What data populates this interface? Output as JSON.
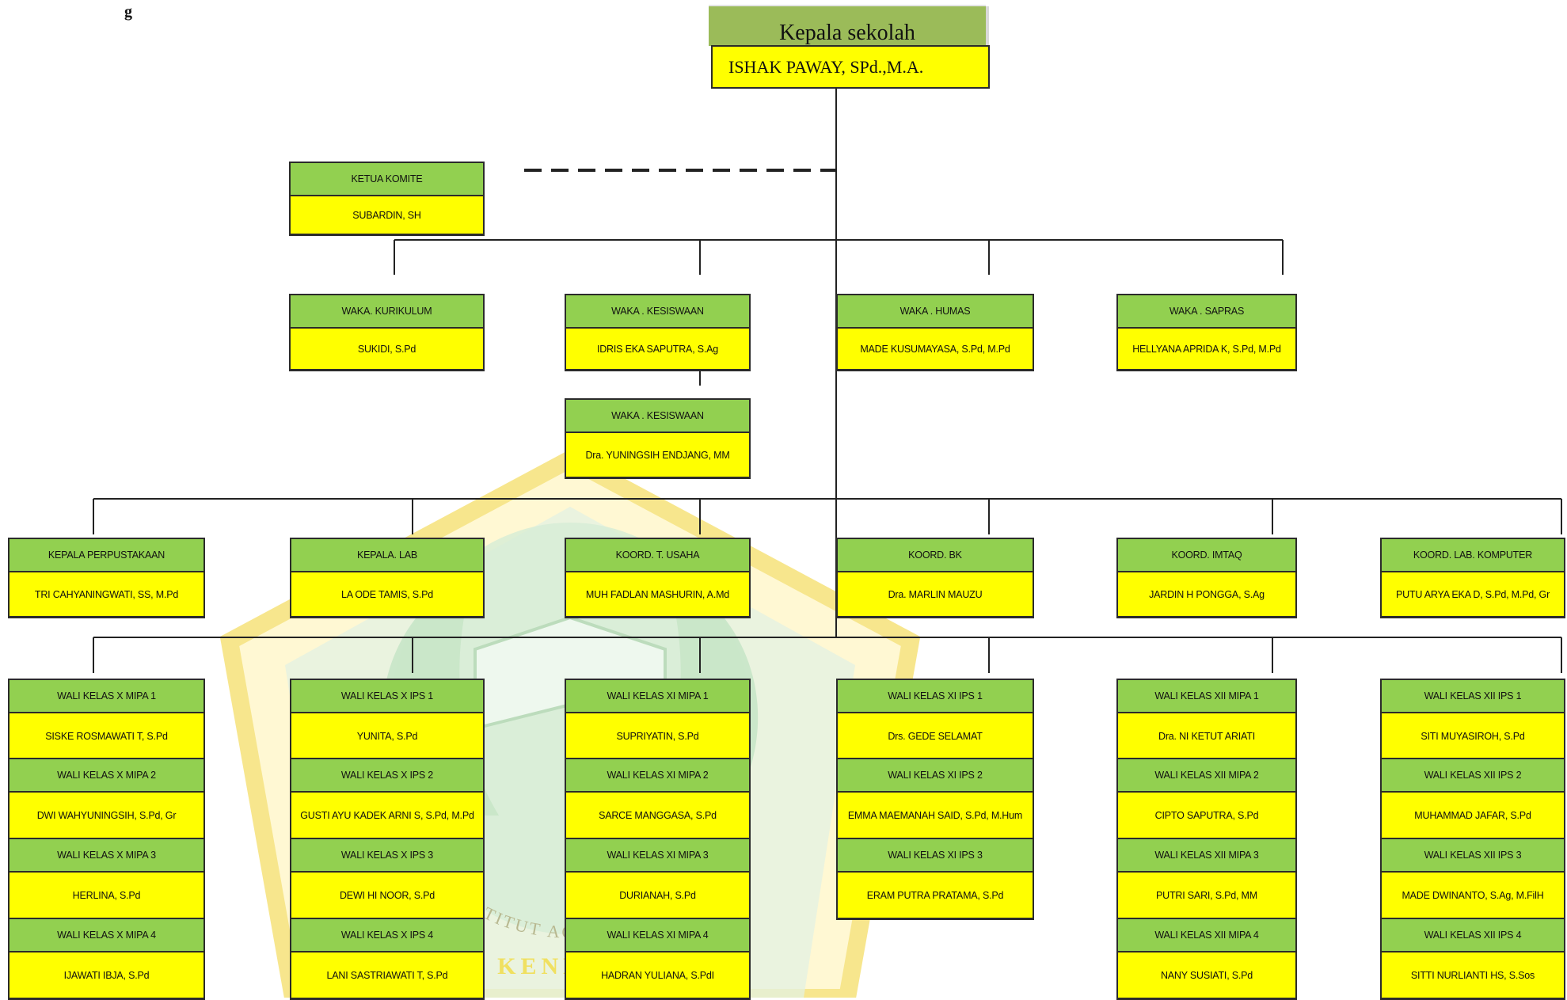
{
  "header": {
    "stray_text": "g",
    "title": "Kepala sekolah",
    "name": "ISHAK PAWAY, SPd.,M.A."
  },
  "colors": {
    "label_green": "#92d050",
    "name_yellow": "#ffff00",
    "title_green": "#9bbb59",
    "line": "#222222"
  },
  "watermark": {
    "ring_text": "INSTITUT AGAMA ISLAM",
    "bottom_text": "KENDARI"
  },
  "committee": {
    "label": "KETUA KOMITE",
    "name": "SUBARDIN, SH"
  },
  "vice_heads": [
    {
      "label": "WAKA. KURIKULUM",
      "name": "SUKIDI, S.Pd"
    },
    {
      "label": "WAKA . KESISWAAN",
      "name": "IDRIS EKA SAPUTRA, S.Ag"
    },
    {
      "label": "WAKA . HUMAS",
      "name": "MADE KUSUMAYASA, S.Pd, M.Pd"
    },
    {
      "label": "WAKA . SAPRAS",
      "name": "HELLYANA APRIDA K, S.Pd, M.Pd"
    },
    {
      "label": "WAKA . KESISWAAN",
      "name": "Dra. YUNINGSIH ENDJANG, MM"
    }
  ],
  "coordinators": [
    {
      "label": "KEPALA PERPUSTAKAAN",
      "name": "TRI CAHYANINGWATI, SS, M.Pd"
    },
    {
      "label": "KEPALA. LAB",
      "name": "LA ODE TAMIS, S.Pd"
    },
    {
      "label": "KOORD.  T. USAHA",
      "name": "MUH FADLAN MASHURIN, A.Md"
    },
    {
      "label": "KOORD.  BK",
      "name": "Dra. MARLIN MAUZU"
    },
    {
      "label": "KOORD.  IMTAQ",
      "name": "JARDIN H PONGGA, S.Ag"
    },
    {
      "label": "KOORD.  LAB. KOMPUTER",
      "name": "PUTU ARYA EKA D, S.Pd, M.Pd, Gr"
    }
  ],
  "class_columns": [
    [
      {
        "label": "WALI KELAS X MIPA 1",
        "name": "SISKE ROSMAWATI T, S.Pd"
      },
      {
        "label": "WALI KELAS X MIPA 2",
        "name": "DWI WAHYUNINGSIH, S.Pd, Gr"
      },
      {
        "label": "WALI KELAS X MIPA 3",
        "name": "HERLINA, S.Pd"
      },
      {
        "label": "WALI KELAS X MIPA 4",
        "name": "IJAWATI IBJA, S.Pd"
      }
    ],
    [
      {
        "label": "WALI KELAS X IPS 1",
        "name": "YUNITA, S.Pd"
      },
      {
        "label": "WALI KELAS X IPS 2",
        "name": "GUSTI AYU KADEK ARNI S, S.Pd, M.Pd"
      },
      {
        "label": "WALI KELAS X IPS 3",
        "name": "DEWI HI NOOR, S.Pd"
      },
      {
        "label": "WALI KELAS X IPS 4",
        "name": "LANI SASTRIAWATI T, S.Pd"
      }
    ],
    [
      {
        "label": "WALI KELAS XI MIPA 1",
        "name": "SUPRIYATIN, S.Pd"
      },
      {
        "label": "WALI KELAS XI MIPA 2",
        "name": "SARCE MANGGASA, S.Pd"
      },
      {
        "label": "WALI KELAS XI MIPA 3",
        "name": "DURIANAH, S.Pd"
      },
      {
        "label": "WALI KELAS XI MIPA 4",
        "name": "HADRAN YULIANA, S.PdI"
      }
    ],
    [
      {
        "label": "WALI KELAS XI IPS 1",
        "name": "Drs. GEDE SELAMAT"
      },
      {
        "label": "WALI KELAS XI IPS 2",
        "name": "EMMA MAEMANAH SAID, S.Pd, M.Hum"
      },
      {
        "label": "WALI KELAS XI IPS 3",
        "name": "ERAM PUTRA PRATAMA, S.Pd"
      }
    ],
    [
      {
        "label": "WALI KELAS XII MIPA 1",
        "name": "Dra. NI KETUT ARIATI"
      },
      {
        "label": "WALI KELAS XII MIPA 2",
        "name": "CIPTO SAPUTRA, S.Pd"
      },
      {
        "label": "WALI KELAS XII MIPA 3",
        "name": "PUTRI SARI, S.Pd, MM"
      },
      {
        "label": "WALI KELAS XII MIPA 4",
        "name": "NANY SUSIATI, S.Pd"
      }
    ],
    [
      {
        "label": "WALI KELAS XII IPS 1",
        "name": "SITI MUYASIROH, S.Pd"
      },
      {
        "label": "WALI KELAS XII IPS 2",
        "name": "MUHAMMAD JAFAR, S.Pd"
      },
      {
        "label": "WALI KELAS XII IPS 3",
        "name": "MADE DWINANTO, S.Ag, M.FilH"
      },
      {
        "label": "WALI KELAS XII IPS 4",
        "name": "SITTI NURLIANTI HS, S.Sos"
      }
    ]
  ]
}
